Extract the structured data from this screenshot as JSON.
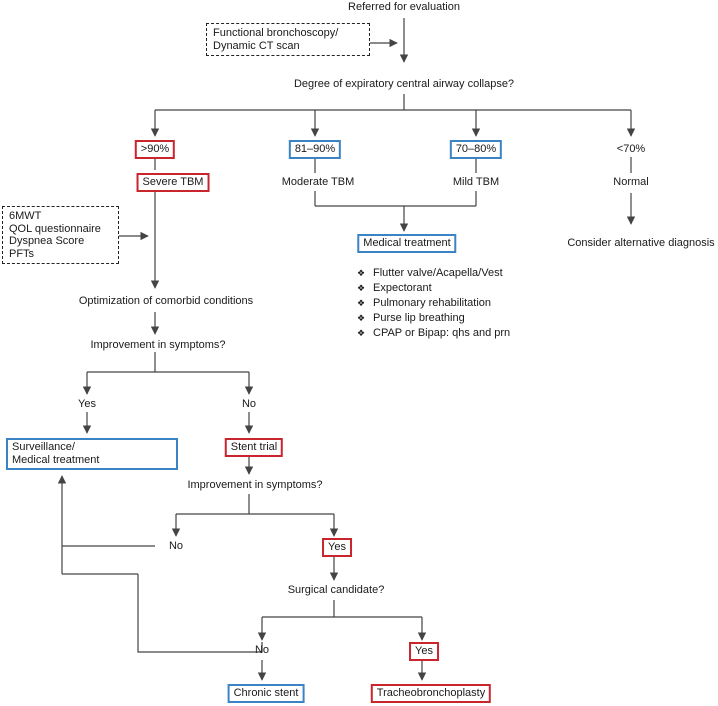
{
  "nodes": {
    "referred": "Referred for evaluation",
    "functional_box": [
      "Functional  bronchoscopy/",
      "Dynamic CT scan"
    ],
    "degree_question": "Degree of expiratory central airway collapse?",
    "pct_gt90": ">90%",
    "pct_81_90": "81–90%",
    "pct_70_80": "70–80%",
    "pct_lt70": "<70%",
    "severe_tbm": "Severe TBM",
    "moderate_tbm": "Moderate TBM",
    "mild_tbm": "Mild TBM",
    "normal": "Normal",
    "consider_alt": "Consider alternative diagnosis",
    "medical_treatment": "Medical treatment",
    "assessment_box": [
      "6MWT",
      "QOL questionnaire",
      "Dyspnea Score",
      "PFTs"
    ],
    "medical_bullets": [
      "Flutter valve/Acapella/Vest",
      "Expectorant",
      "Pulmonary rehabilitation",
      "Purse lip breathing",
      "CPAP or Bipap: qhs and prn"
    ],
    "optimization": "Optimization of comorbid conditions",
    "improvement_q1": "Improvement in symptoms?",
    "yes_1": "Yes",
    "no_1": "No",
    "surveillance_box": [
      "Surveillance/",
      "Medical treatment"
    ],
    "stent_trial": "Stent trial",
    "improvement_q2": "Improvement in symptoms?",
    "no_2": "No",
    "yes_2": "Yes",
    "surgical_candidate": "Surgical candidate?",
    "no_3": "No",
    "yes_3": "Yes",
    "chronic_stent": "Chronic stent",
    "tracheobronchoplasty": "Tracheobronchoplasty"
  },
  "colors": {
    "red_border": "#c8262c",
    "blue_border": "#3a83c5",
    "line": "#444444",
    "bullet_icon": "black-diamond-minus-white-x"
  }
}
